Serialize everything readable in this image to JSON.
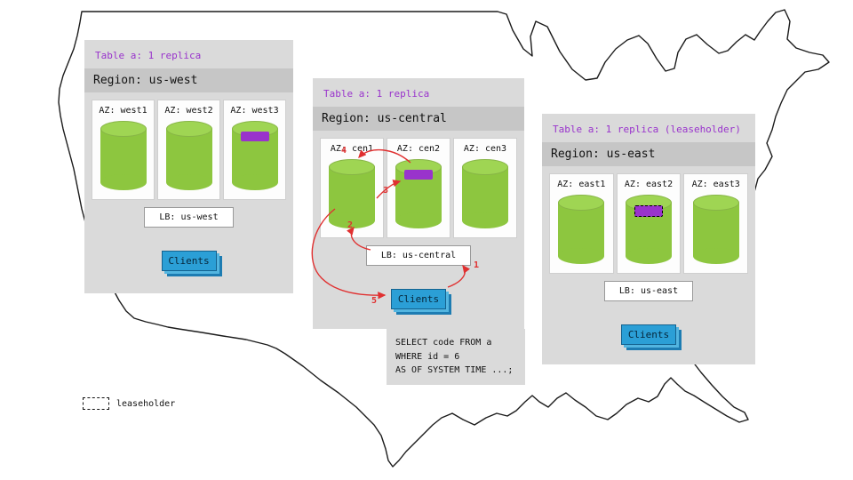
{
  "regions": [
    {
      "name": "us-west",
      "table_label": "Table a: 1 replica",
      "region_label": "Region: us-west",
      "azs": [
        {
          "label": "AZ: west1",
          "has_replica": false,
          "is_leaseholder": false
        },
        {
          "label": "AZ: west2",
          "has_replica": false,
          "is_leaseholder": false
        },
        {
          "label": "AZ: west3",
          "has_replica": true,
          "is_leaseholder": false
        }
      ],
      "lb_label": "LB: us-west",
      "clients_label": "Clients"
    },
    {
      "name": "us-central",
      "table_label": "Table a: 1 replica",
      "region_label": "Region: us-central",
      "azs": [
        {
          "label": "AZ: cen1",
          "has_replica": false,
          "is_leaseholder": false
        },
        {
          "label": "AZ: cen2",
          "has_replica": true,
          "is_leaseholder": false
        },
        {
          "label": "AZ: cen3",
          "has_replica": false,
          "is_leaseholder": false
        }
      ],
      "lb_label": "LB: us-central",
      "clients_label": "Clients"
    },
    {
      "name": "us-east",
      "table_label": "Table a: 1 replica (leaseholder)",
      "region_label": "Region: us-east",
      "azs": [
        {
          "label": "AZ: east1",
          "has_replica": false,
          "is_leaseholder": false
        },
        {
          "label": "AZ: east2",
          "has_replica": true,
          "is_leaseholder": true
        },
        {
          "label": "AZ: east3",
          "has_replica": false,
          "is_leaseholder": false
        }
      ],
      "lb_label": "LB: us-east",
      "clients_label": "Clients"
    }
  ],
  "query": {
    "lines": [
      "SELECT code FROM a",
      "WHERE id = 6",
      "AS OF SYSTEM TIME ...;"
    ]
  },
  "flow_steps": [
    "1",
    "2",
    "3",
    "4",
    "5"
  ],
  "legend": {
    "label": "leaseholder"
  },
  "colors": {
    "cylinder_green": "#8dc63f",
    "replica_band_purple": "#9933cc",
    "clients_blue": "#2b9fd6",
    "arrow_red": "#e03030",
    "table_label_purple": "#9933cc",
    "card_gray": "#dadada",
    "region_band_gray": "#c6c6c6"
  }
}
